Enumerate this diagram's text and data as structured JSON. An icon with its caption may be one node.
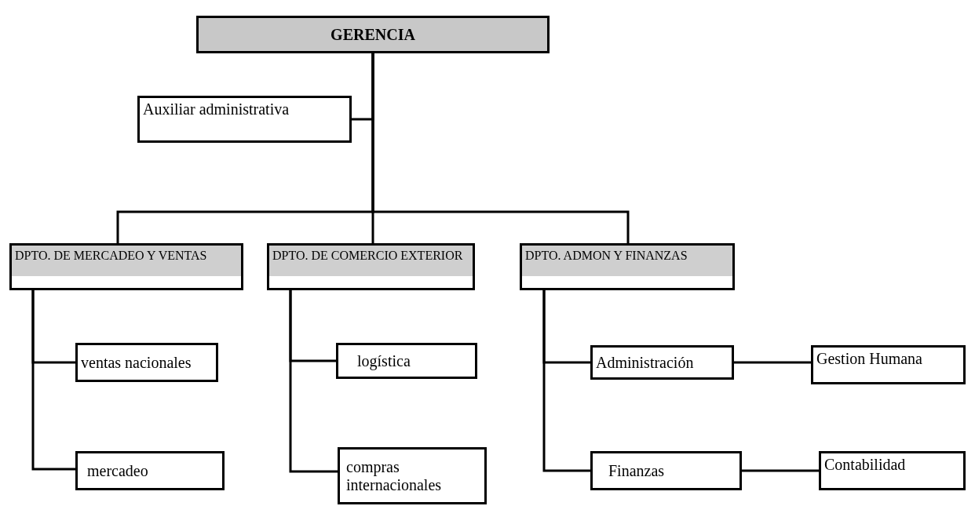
{
  "diagram": {
    "nodes": [
      {
        "text": [
          "GERENCIA"
        ]
      },
      {
        "text": [
          "Auxiliar administrativa"
        ]
      },
      {
        "text": [
          "DPTO. DE MERCADEO Y VENTAS"
        ]
      },
      {
        "text": [
          "DPTO. DE COMERCIO EXTERIOR"
        ]
      },
      {
        "text": [
          "DPTO. ADMON Y FINANZAS"
        ]
      },
      {
        "text": [
          "ventas nacionales"
        ]
      },
      {
        "text": [
          "mercadeo"
        ]
      },
      {
        "text": [
          "logística"
        ]
      },
      {
        "text": [
          "compras internacionales"
        ]
      },
      {
        "text": [
          "Administración"
        ]
      },
      {
        "text": [
          "Finanzas"
        ]
      },
      {
        "text": [
          "Gestion Humana"
        ]
      },
      {
        "text": [
          "Contabilidad"
        ]
      }
    ],
    "edges": [
      {
        "from": 0,
        "to": 1,
        "arrow": "none"
      },
      {
        "from": 0,
        "to": 2,
        "arrow": "none"
      },
      {
        "from": 0,
        "to": 3,
        "arrow": "none"
      },
      {
        "from": 0,
        "to": 4,
        "arrow": "none"
      },
      {
        "from": 2,
        "to": 5,
        "arrow": "none"
      },
      {
        "from": 2,
        "to": 6,
        "arrow": "none"
      },
      {
        "from": 3,
        "to": 7,
        "arrow": "none"
      },
      {
        "from": 3,
        "to": 8,
        "arrow": "none"
      },
      {
        "from": 4,
        "to": 9,
        "arrow": "none"
      },
      {
        "from": 4,
        "to": 10,
        "arrow": "none"
      },
      {
        "from": 9,
        "to": 11,
        "arrow": "none"
      },
      {
        "from": 10,
        "to": 12,
        "arrow": "none"
      }
    ]
  }
}
